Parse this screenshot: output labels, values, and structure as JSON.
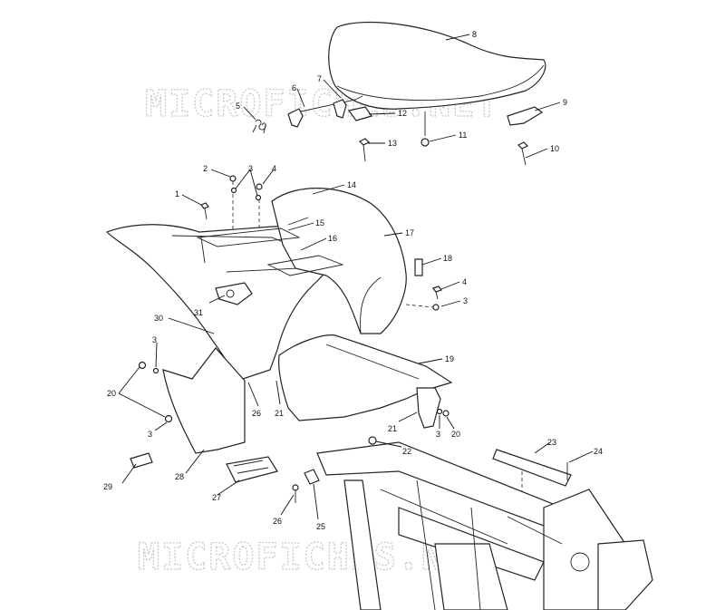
{
  "watermark": {
    "top_text": "MICROFICHES.NET",
    "bottom_text": "MICROFICHES.NET"
  },
  "callouts": [
    {
      "id": "1",
      "label": "1"
    },
    {
      "id": "2",
      "label": "2"
    },
    {
      "id": "3a",
      "label": "3"
    },
    {
      "id": "4a",
      "label": "4"
    },
    {
      "id": "5",
      "label": "5"
    },
    {
      "id": "6",
      "label": "6"
    },
    {
      "id": "7",
      "label": "7"
    },
    {
      "id": "8",
      "label": "8"
    },
    {
      "id": "9",
      "label": "9"
    },
    {
      "id": "10",
      "label": "10"
    },
    {
      "id": "11",
      "label": "11"
    },
    {
      "id": "12",
      "label": "12"
    },
    {
      "id": "13",
      "label": "13"
    },
    {
      "id": "14",
      "label": "14"
    },
    {
      "id": "15",
      "label": "15"
    },
    {
      "id": "16",
      "label": "16"
    },
    {
      "id": "17",
      "label": "17"
    },
    {
      "id": "18",
      "label": "18"
    },
    {
      "id": "4b",
      "label": "4"
    },
    {
      "id": "3b",
      "label": "3"
    },
    {
      "id": "31",
      "label": "31"
    },
    {
      "id": "30",
      "label": "30"
    },
    {
      "id": "3c",
      "label": "3"
    },
    {
      "id": "20a",
      "label": "20"
    },
    {
      "id": "3d",
      "label": "3"
    },
    {
      "id": "19",
      "label": "19"
    },
    {
      "id": "26a",
      "label": "26"
    },
    {
      "id": "21a",
      "label": "21"
    },
    {
      "id": "21b",
      "label": "21"
    },
    {
      "id": "3e",
      "label": "3"
    },
    {
      "id": "20b",
      "label": "20"
    },
    {
      "id": "22",
      "label": "22"
    },
    {
      "id": "23",
      "label": "23"
    },
    {
      "id": "24",
      "label": "24"
    },
    {
      "id": "29",
      "label": "29"
    },
    {
      "id": "28",
      "label": "28"
    },
    {
      "id": "27",
      "label": "27"
    },
    {
      "id": "26b",
      "label": "26"
    },
    {
      "id": "25",
      "label": "25"
    }
  ]
}
